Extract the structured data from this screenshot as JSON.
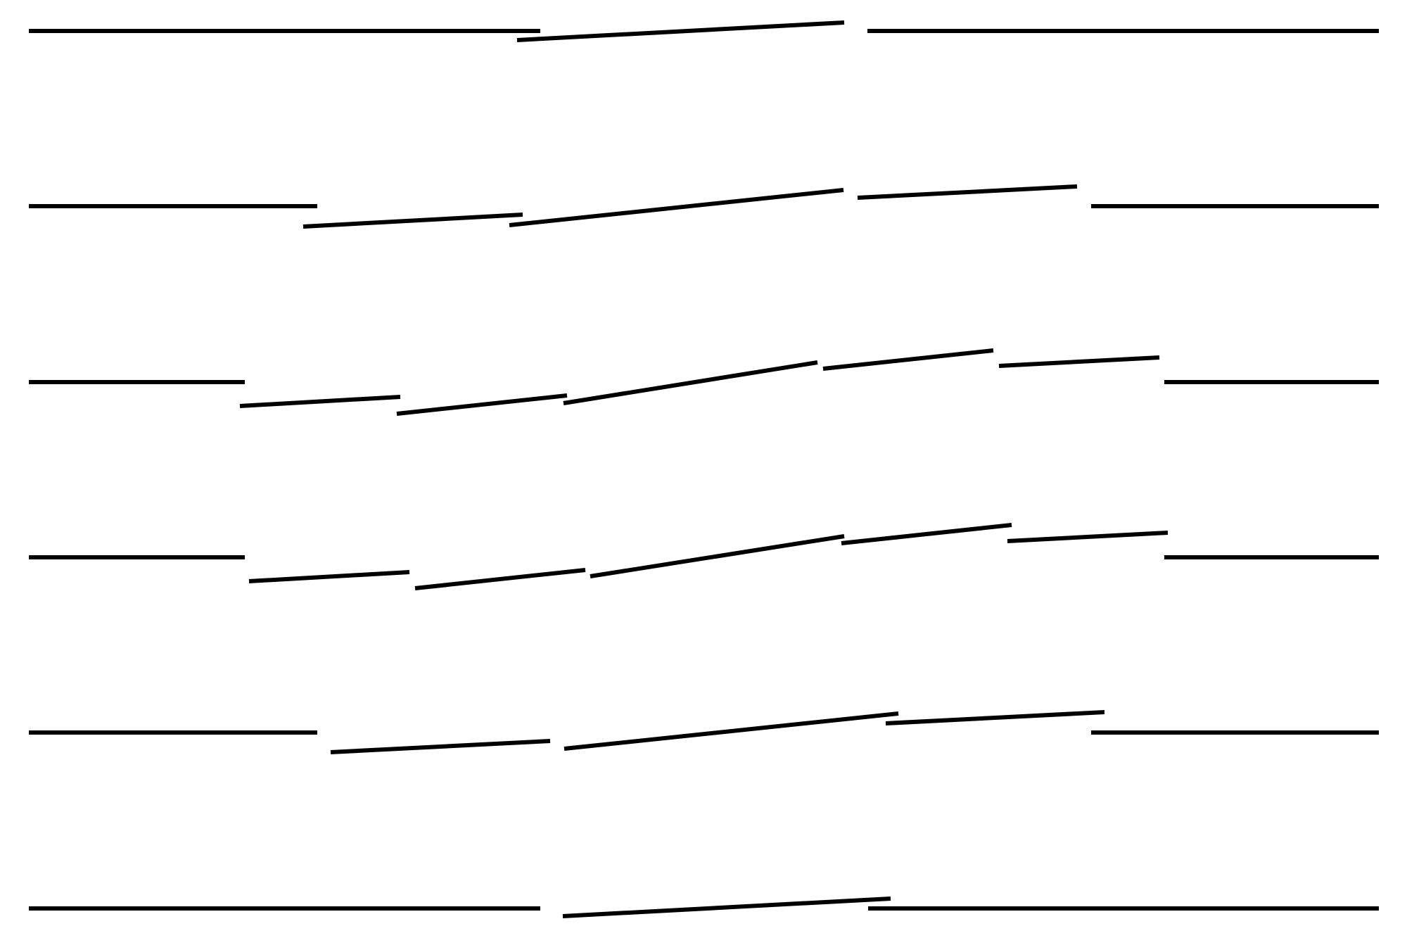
{
  "diagram": {
    "stroke_color": "#000000",
    "background_color": "#ffffff",
    "row_count": 6,
    "segments_per_row": [
      3,
      5,
      8,
      8,
      5,
      3
    ]
  }
}
